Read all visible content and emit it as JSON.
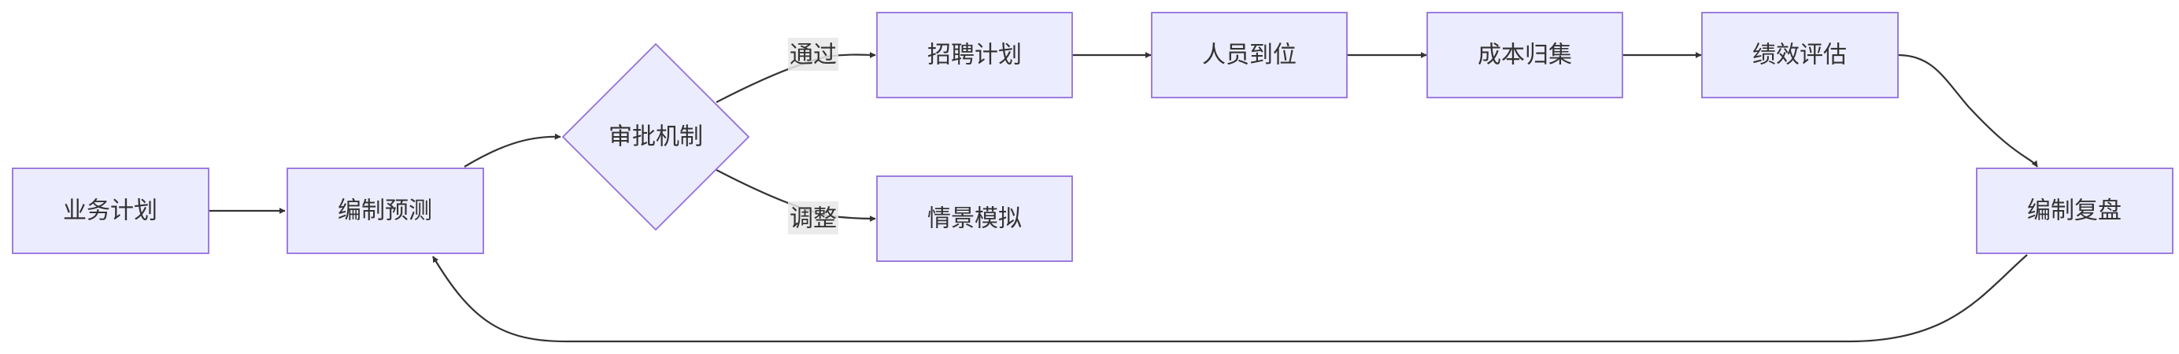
{
  "diagram": {
    "nodes": {
      "business_plan": "业务计划",
      "forecast": "编制预测",
      "approval": "审批机制",
      "recruit_plan": "招聘计划",
      "staff_onboard": "人员到位",
      "cost_collect": "成本归集",
      "performance": "绩效评估",
      "review": "编制复盘",
      "scenario": "情景模拟"
    },
    "edges": {
      "pass": "通过",
      "adjust": "调整"
    },
    "colors": {
      "node_fill": "#ECECFF",
      "node_stroke": "#9370DB",
      "edge_stroke": "#333333",
      "text": "#333333"
    }
  }
}
